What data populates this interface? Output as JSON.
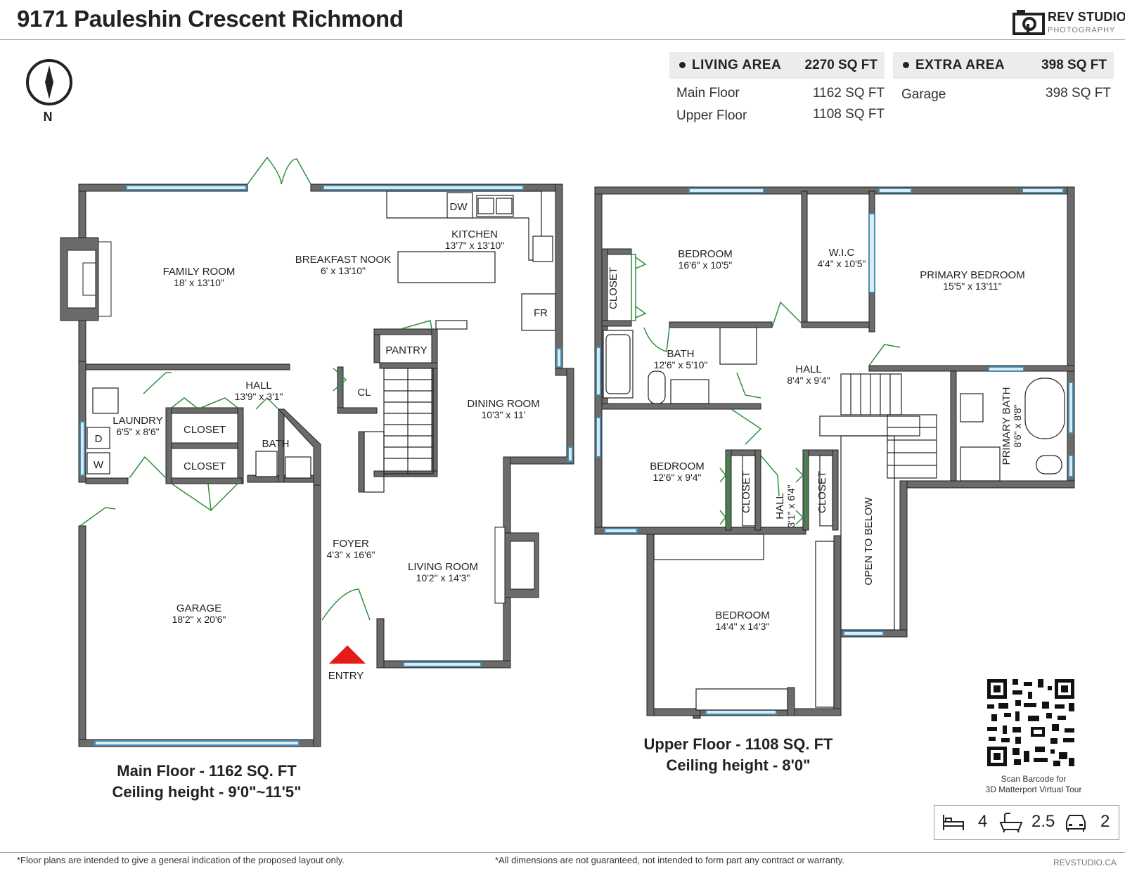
{
  "header": {
    "title": "9171 Pauleshin Crescent Richmond",
    "brand_name": "REV STUDIO",
    "brand_sub": "PHOTOGRAPHY"
  },
  "compass": {
    "label": "N"
  },
  "areas": {
    "living": {
      "label": "LIVING AREA",
      "total": "2270 SQ FT",
      "rows": [
        {
          "name": "Main Floor",
          "value": "1162 SQ FT"
        },
        {
          "name": "Upper Floor",
          "value": "1108 SQ FT"
        }
      ]
    },
    "extra": {
      "label": "EXTRA AREA",
      "total": "398 SQ FT",
      "rows": [
        {
          "name": "Garage",
          "value": "398 SQ FT"
        }
      ]
    }
  },
  "main_floor": {
    "caption_line1": "Main Floor - 1162 SQ. FT",
    "caption_line2": "Ceiling height - 9'0\"~11'5\"",
    "rooms": {
      "family": {
        "name": "FAMILY ROOM",
        "dim": "18' x 13'10\""
      },
      "nook": {
        "name": "BREAKFAST NOOK",
        "dim": "6' x 13'10\""
      },
      "kitchen": {
        "name": "KITCHEN",
        "dim": "13'7\" x 13'10\""
      },
      "dw": "DW",
      "fr": "FR",
      "pantry": "PANTRY",
      "cl": "CL",
      "dining": {
        "name": "DINING ROOM",
        "dim": "10'3\" x 11'"
      },
      "hall": {
        "name": "HALL",
        "dim": "13'9\" x 3'1\""
      },
      "laundry": {
        "name": "LAUNDRY",
        "dim": "6'5\" x 8'6\""
      },
      "closet1": "CLOSET",
      "closet2": "CLOSET",
      "bath": "BATH",
      "d": "D",
      "w": "W",
      "foyer": {
        "name": "FOYER",
        "dim": "4'3\" x 16'6\""
      },
      "living": {
        "name": "LIVING ROOM",
        "dim": "10'2\" x 14'3\""
      },
      "garage": {
        "name": "GARAGE",
        "dim": "18'2\" x 20'6\""
      },
      "entry": "ENTRY"
    }
  },
  "upper_floor": {
    "caption_line1": "Upper Floor - 1108 SQ. FT",
    "caption_line2": "Ceiling height - 8'0\"",
    "rooms": {
      "bedroom1": {
        "name": "BEDROOM",
        "dim": "16'6\" x 10'5\""
      },
      "closet_a": "CLOSET",
      "wic": {
        "name": "W.I.C",
        "dim": "4'4\" x 10'5\""
      },
      "primary": {
        "name": "PRIMARY BEDROOM",
        "dim": "15'5\" x 13'11\""
      },
      "bath": {
        "name": "BATH",
        "dim": "12'6\" x 5'10\""
      },
      "hall": {
        "name": "HALL",
        "dim": "8'4\" x 9'4\""
      },
      "primary_bath": {
        "name": "PRIMARY BATH",
        "dim": "8'6\" x 8'8\""
      },
      "bedroom2": {
        "name": "BEDROOM",
        "dim": "12'6\" x 9'4\""
      },
      "closet_b": "CLOSET",
      "hall2": {
        "name": "HALL",
        "dim": "3'1\" x 6'4\""
      },
      "closet_c": "CLOSET",
      "open": "OPEN TO BELOW",
      "bedroom3": {
        "name": "BEDROOM",
        "dim": "14'4\" x 14'3\""
      }
    }
  },
  "qr": {
    "line1": "Scan Barcode for",
    "line2": "3D Matterport Virtual Tour"
  },
  "stats": {
    "beds": "4",
    "baths": "2.5",
    "garage": "2"
  },
  "footer": {
    "left": "*Floor plans are intended to give a general indication of the proposed layout only.",
    "right": "*All dimensions are not guaranteed, not intended to form part any contract or warranty.",
    "site": "REVSTUDIO.CA"
  }
}
